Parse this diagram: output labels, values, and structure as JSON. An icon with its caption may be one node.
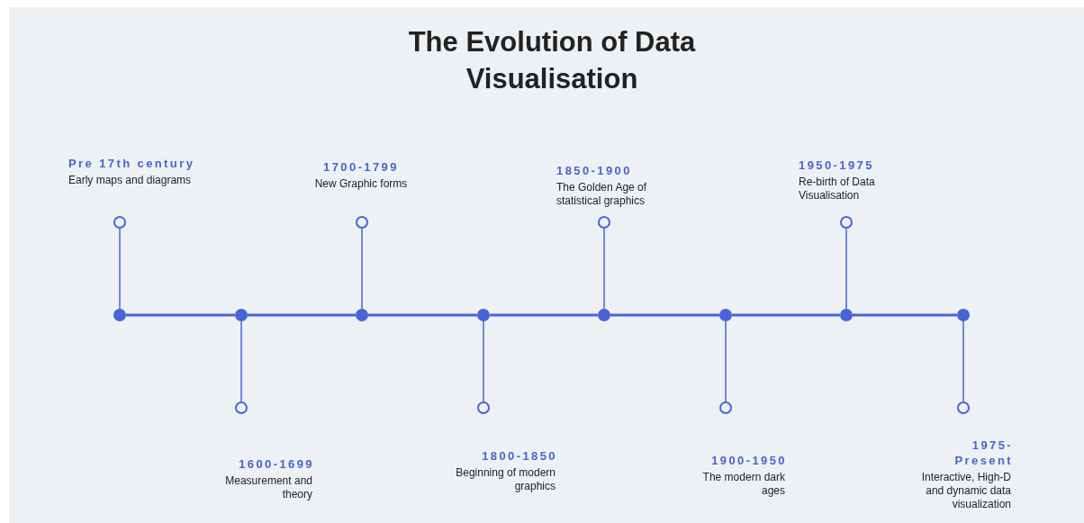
{
  "diagram": {
    "title": "The Evolution of Data Visualisation",
    "nodes": [
      {
        "text": [],
        "shape": "circle",
        "beside": [
          "Pre 17th century",
          "Early maps and diagrams"
        ]
      },
      {
        "text": [],
        "shape": "circle",
        "beside": [
          "1600-1699",
          "Measurement and theory"
        ]
      },
      {
        "text": [],
        "shape": "circle",
        "beside": [
          "1700-1799",
          "New Graphic forms"
        ]
      },
      {
        "text": [],
        "shape": "circle",
        "beside": [
          "1800-1850",
          "Beginning of modern graphics"
        ]
      },
      {
        "text": [],
        "shape": "circle",
        "beside": [
          "1850-1900",
          "The Golden Age of statistical graphics"
        ]
      },
      {
        "text": [],
        "shape": "circle",
        "beside": [
          "1900-1950",
          "The modern dark ages"
        ]
      },
      {
        "text": [],
        "shape": "circle",
        "beside": [
          "1950-1975",
          "Re-birth of Data Visualisation"
        ]
      },
      {
        "text": [],
        "shape": "circle",
        "beside": [
          "1975- Present",
          "Interactive, High-D and dynamic data visualization"
        ]
      },
      {
        "text": [],
        "shape": "circle"
      },
      {
        "text": [],
        "shape": "circle"
      },
      {
        "text": [],
        "shape": "circle"
      },
      {
        "text": [],
        "shape": "circle"
      },
      {
        "text": [],
        "shape": "circle"
      },
      {
        "text": [],
        "shape": "circle"
      },
      {
        "text": [],
        "shape": "circle"
      },
      {
        "text": [],
        "shape": "circle"
      }
    ],
    "edges": [
      {
        "from": 8,
        "to": 9,
        "arrow": "none"
      },
      {
        "from": 9,
        "to": 10,
        "arrow": "none"
      },
      {
        "from": 10,
        "to": 11,
        "arrow": "none"
      },
      {
        "from": 11,
        "to": 12,
        "arrow": "none"
      },
      {
        "from": 12,
        "to": 13,
        "arrow": "none"
      },
      {
        "from": 13,
        "to": 14,
        "arrow": "none"
      },
      {
        "from": 14,
        "to": 15,
        "arrow": "none"
      },
      {
        "from": 8,
        "to": 0,
        "arrow": "none"
      },
      {
        "from": 9,
        "to": 1,
        "arrow": "none"
      },
      {
        "from": 10,
        "to": 2,
        "arrow": "none"
      },
      {
        "from": 11,
        "to": 3,
        "arrow": "none"
      },
      {
        "from": 12,
        "to": 4,
        "arrow": "none"
      },
      {
        "from": 13,
        "to": 5,
        "arrow": "none"
      },
      {
        "from": 14,
        "to": 6,
        "arrow": "none"
      },
      {
        "from": 15,
        "to": 7,
        "arrow": "none"
      }
    ]
  }
}
